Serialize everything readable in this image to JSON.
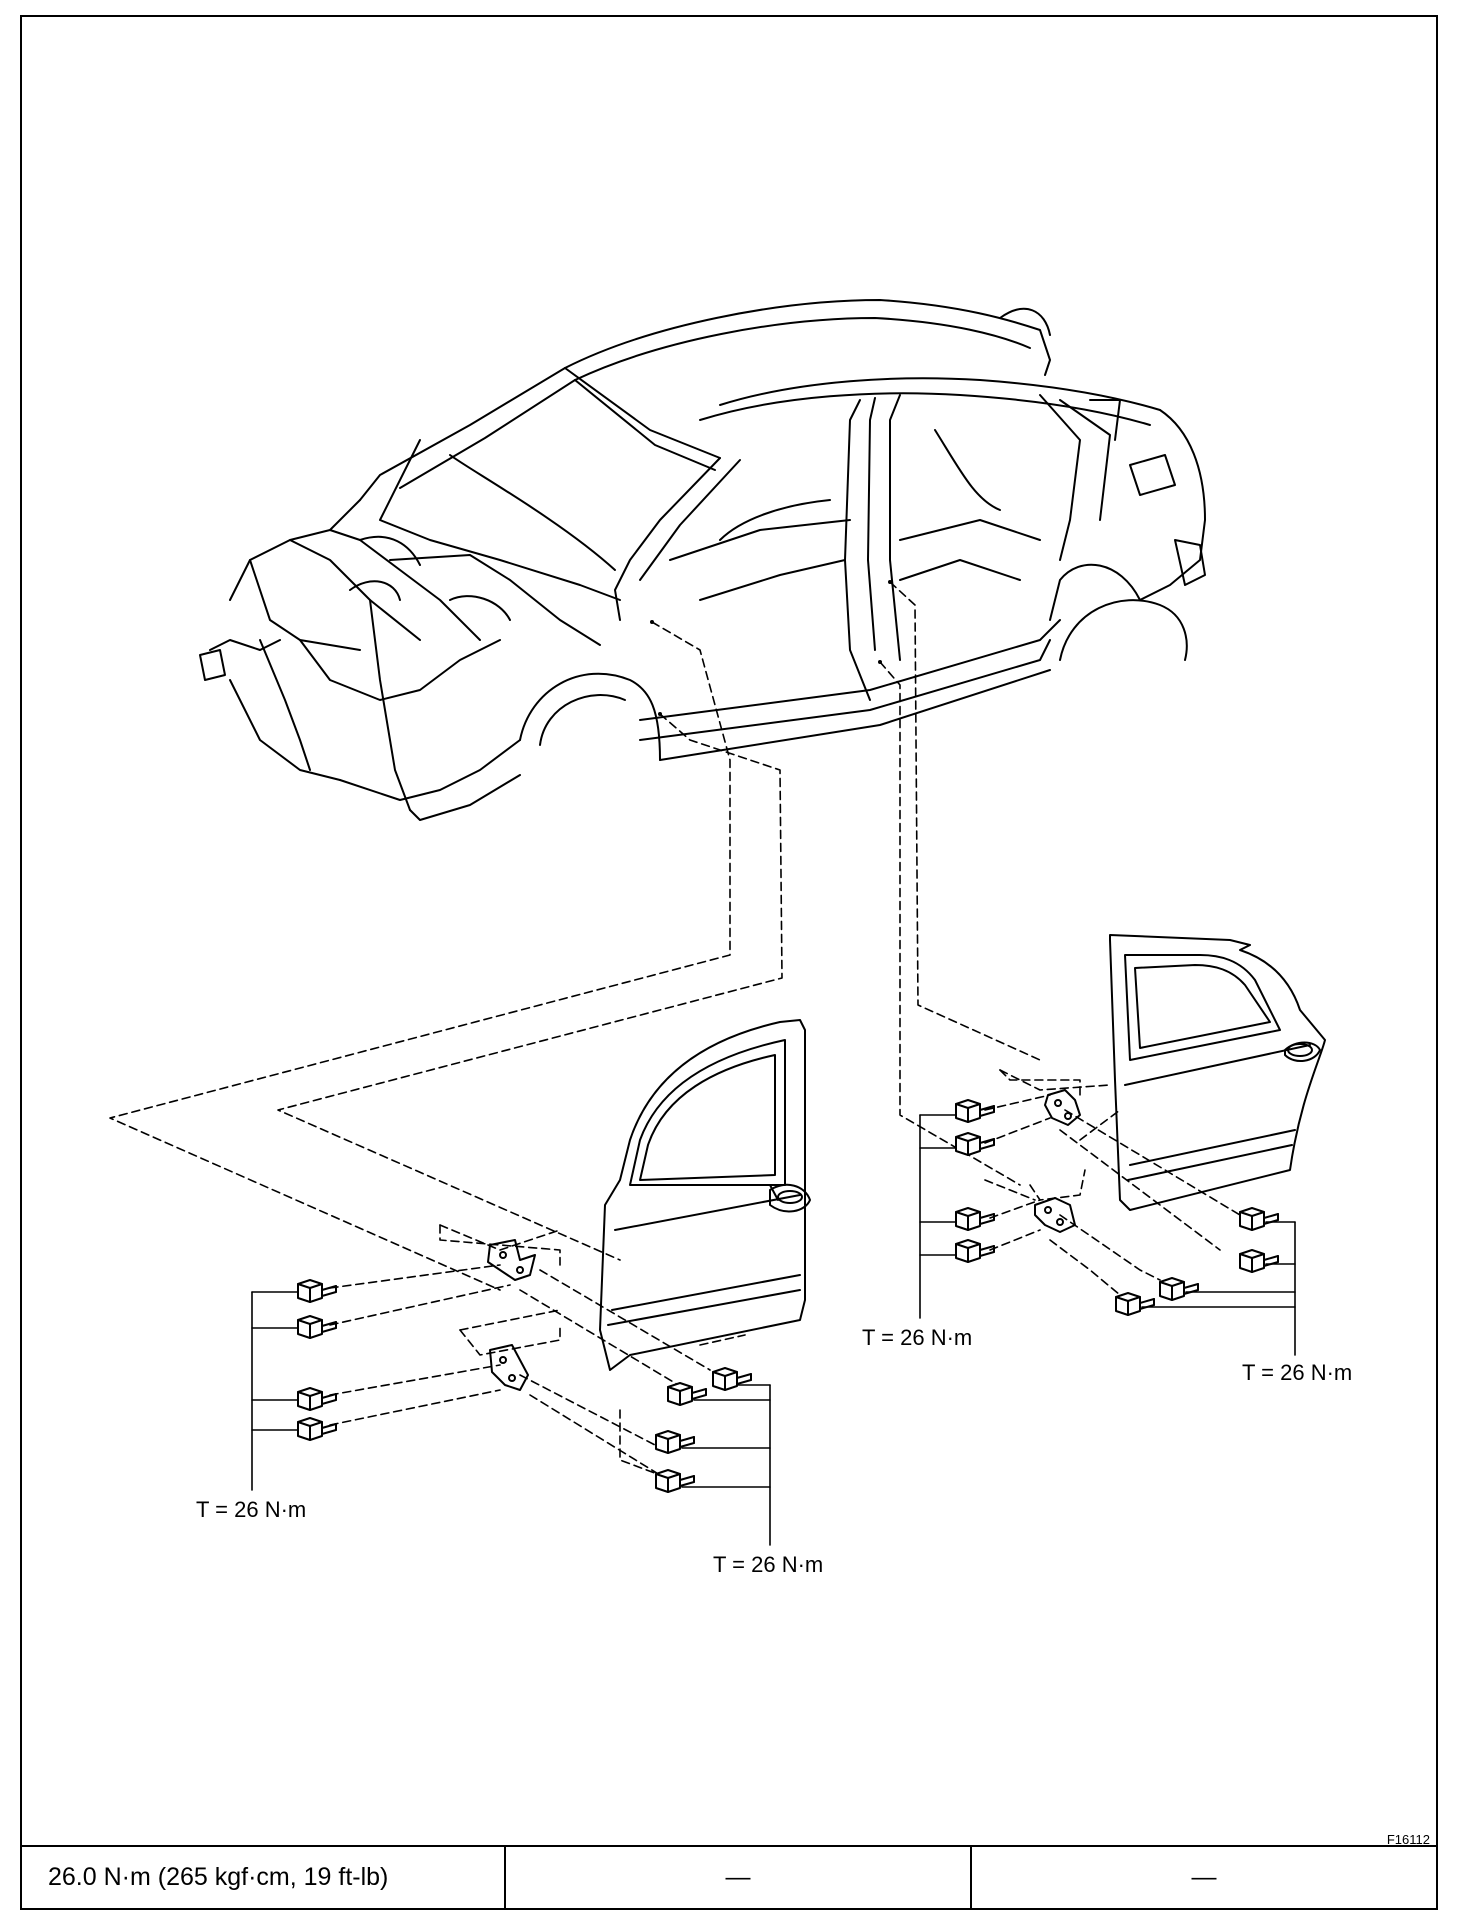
{
  "figure_id": "F16112",
  "torque_labels": {
    "front_body_bolts": "T = 26 N·m",
    "front_door_bolts": "T = 26 N·m",
    "rear_body_bolts": "T = 26 N·m",
    "rear_door_bolts": "T = 26 N·m"
  },
  "spec_table": {
    "cell_1": "26.0 N·m (265 kgf·cm, 19 ft-lb)",
    "cell_2": "—",
    "cell_3": "—"
  }
}
